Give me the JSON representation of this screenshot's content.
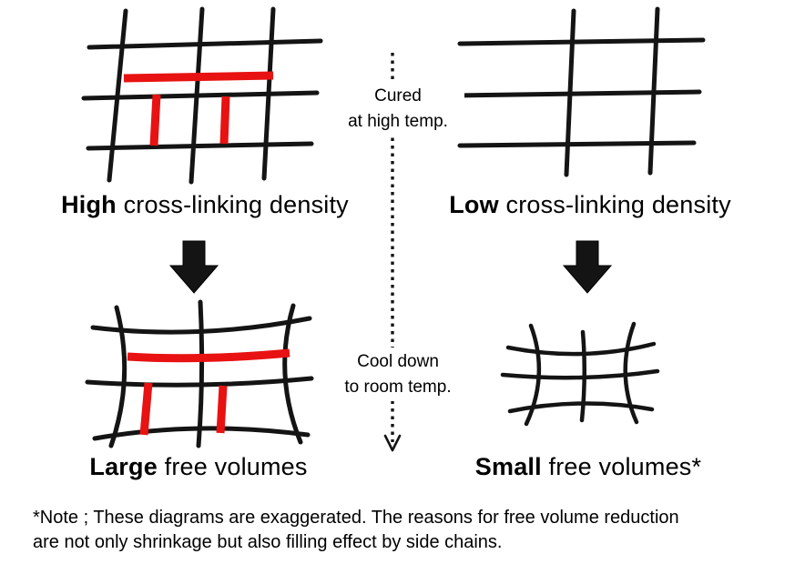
{
  "panels": {
    "top_left": {
      "label_bold": "High",
      "label_rest": " cross-linking density"
    },
    "top_right": {
      "label_bold": "Low",
      "label_rest": " cross-linking density"
    },
    "bottom_left": {
      "label_bold": "Large",
      "label_rest": " free volumes"
    },
    "bottom_right": {
      "label_bold": "Small",
      "label_rest": " free volumes*"
    }
  },
  "flow": {
    "cure_line1": "Cured",
    "cure_line2": "at high temp.",
    "cool_line1": "Cool down",
    "cool_line2": "to room temp."
  },
  "note": {
    "line1": "*Note ; These diagrams are exaggerated. The reasons for free volume reduction",
    "line2": "are not only shrinkage but also filling effect by side chains."
  },
  "colors": {
    "crosslink_red": "#e81212",
    "grid_black": "#141414"
  }
}
